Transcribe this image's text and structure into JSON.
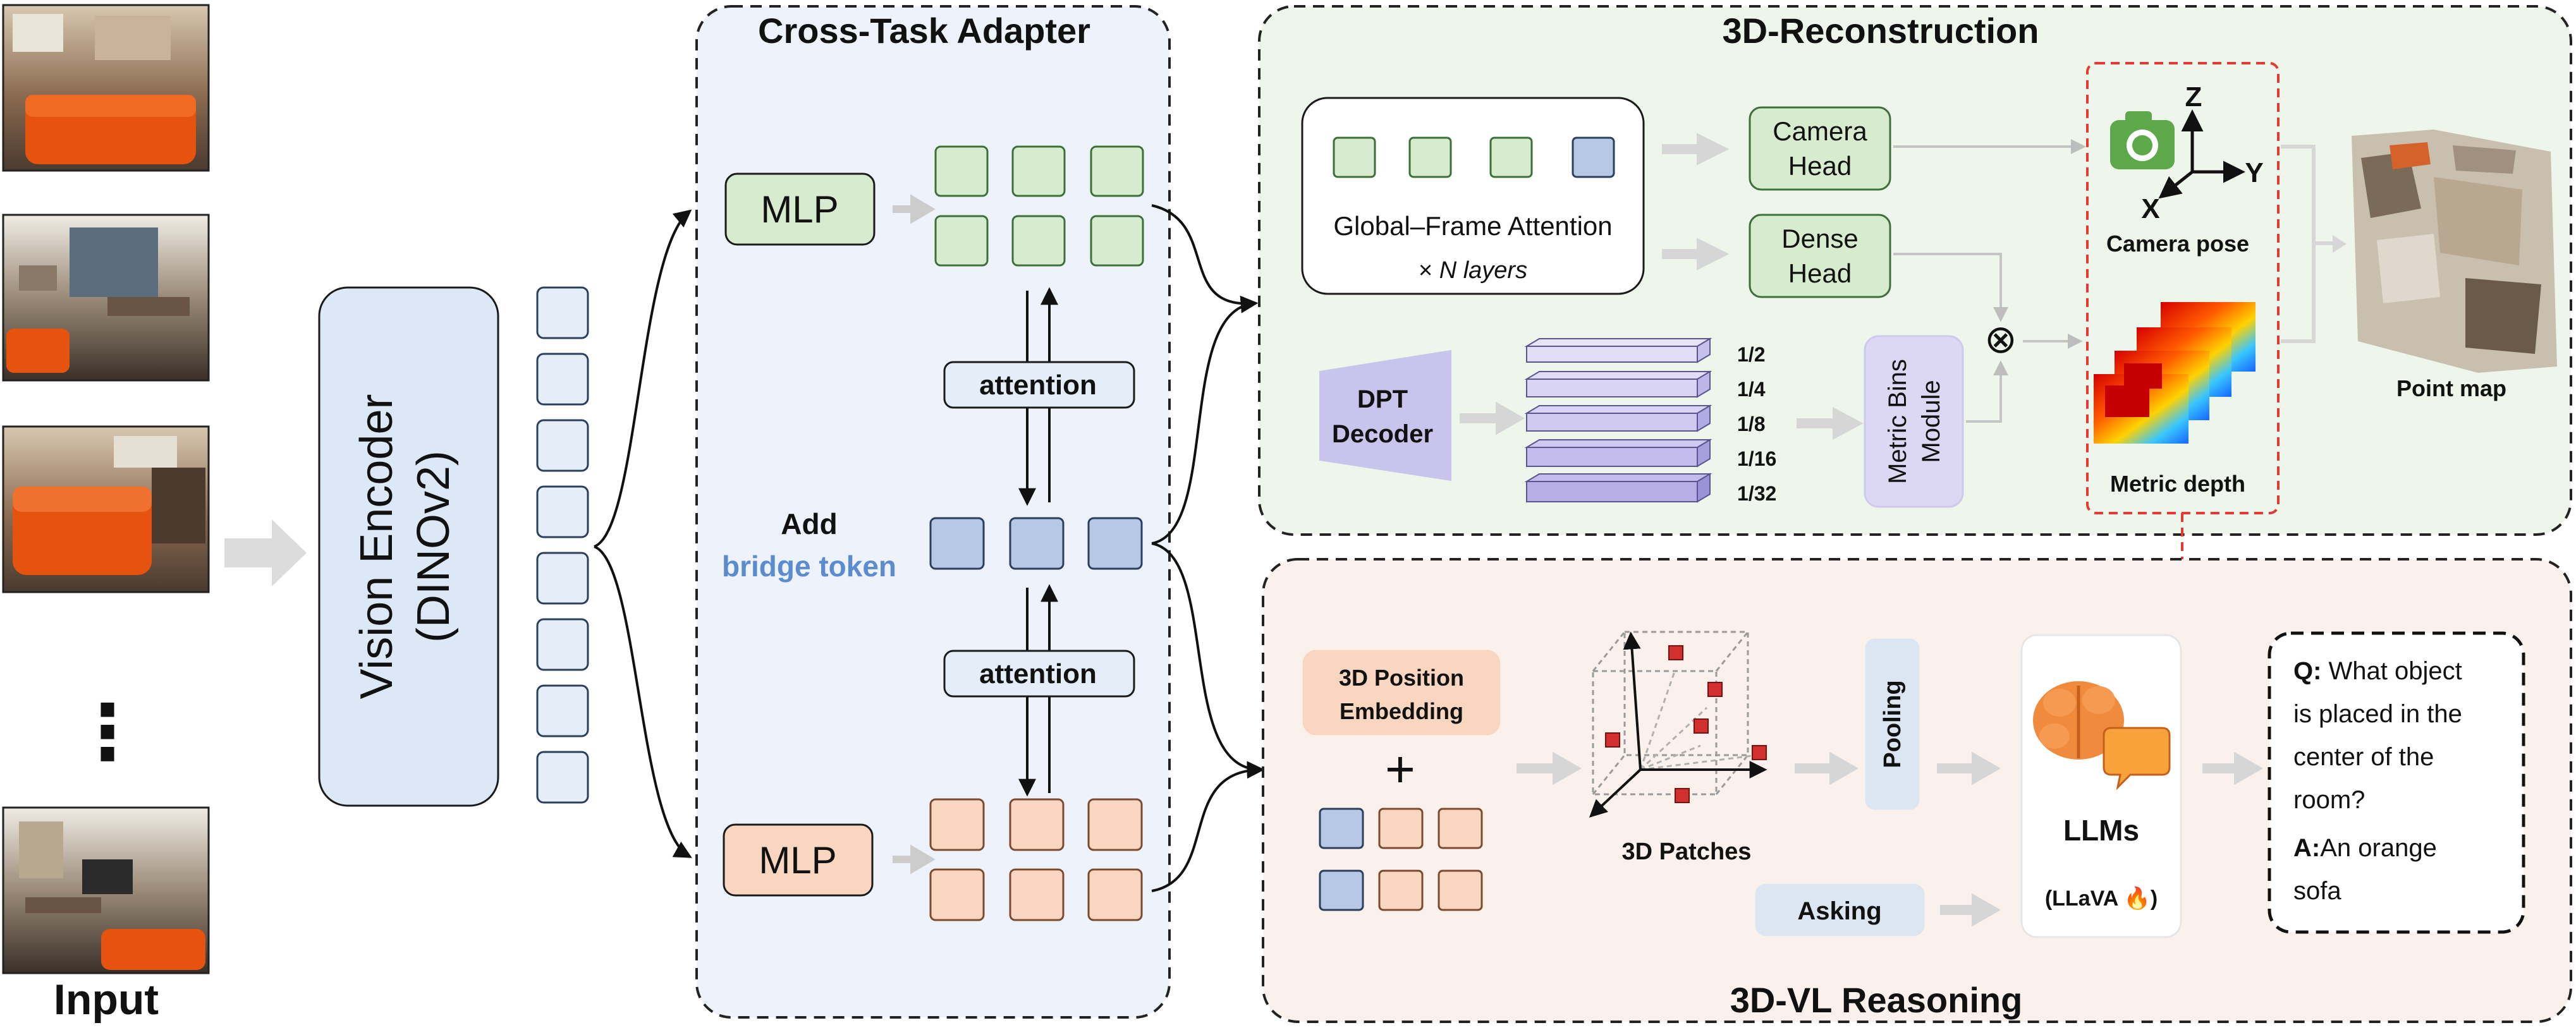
{
  "input": {
    "label": "Input",
    "ellipsis": "⋮"
  },
  "encoder": {
    "line1": "Vision Encoder",
    "line2": "(DINOv2)"
  },
  "adapter": {
    "title": "Cross-Task Adapter",
    "mlp_top": "MLP",
    "mlp_bottom": "MLP",
    "attention_top": "attention",
    "attention_bottom": "attention",
    "add_label": "Add",
    "bridge_label": "bridge token"
  },
  "recon": {
    "title": "3D-Reconstruction",
    "gfa_label": "Global–Frame Attention",
    "gfa_layers_prefix": "× ",
    "gfa_layers_n": "N",
    "gfa_layers_suffix": " layers",
    "camera_head": [
      "Camera",
      "Head"
    ],
    "dense_head": [
      "Dense",
      "Head"
    ],
    "dpt_decoder": [
      "DPT",
      "Decoder"
    ],
    "scales": [
      "1/2",
      "1/4",
      "1/8",
      "1/16",
      "1/32"
    ],
    "metric_bins": [
      "Metric Bins",
      "Module"
    ],
    "multiply_symbol": "⊗",
    "axis_z": "Z",
    "axis_y": "Y",
    "axis_x": "X",
    "camera_pose": "Camera pose",
    "metric_depth": "Metric depth",
    "point_map": "Point map"
  },
  "vl": {
    "title": "3D-VL Reasoning",
    "pos_embedding": [
      "3D Position",
      "Embedding"
    ],
    "plus": "+",
    "patches": "3D Patches",
    "pooling": "Pooling",
    "asking": "Asking",
    "llm_label": "LLMs",
    "llm_sub": "(LLaVA 🔥)",
    "q_prefix": "Q:",
    "q_lines": [
      " What object",
      "is placed in the",
      "center of the",
      "room?"
    ],
    "a_prefix": "A:",
    "a_lines": [
      "An orange",
      "sofa"
    ]
  },
  "colors": {
    "green_fill": "#d7ebcf",
    "green_stroke": "#3d6f3a",
    "orange_fill": "#f9d6c0",
    "orange_stroke": "#7a4b30",
    "blue_fill": "#b6c8e6",
    "blue_light": "#e4edf8",
    "purple_fill": "#c9c4ec",
    "red_dash": "#e53935"
  }
}
